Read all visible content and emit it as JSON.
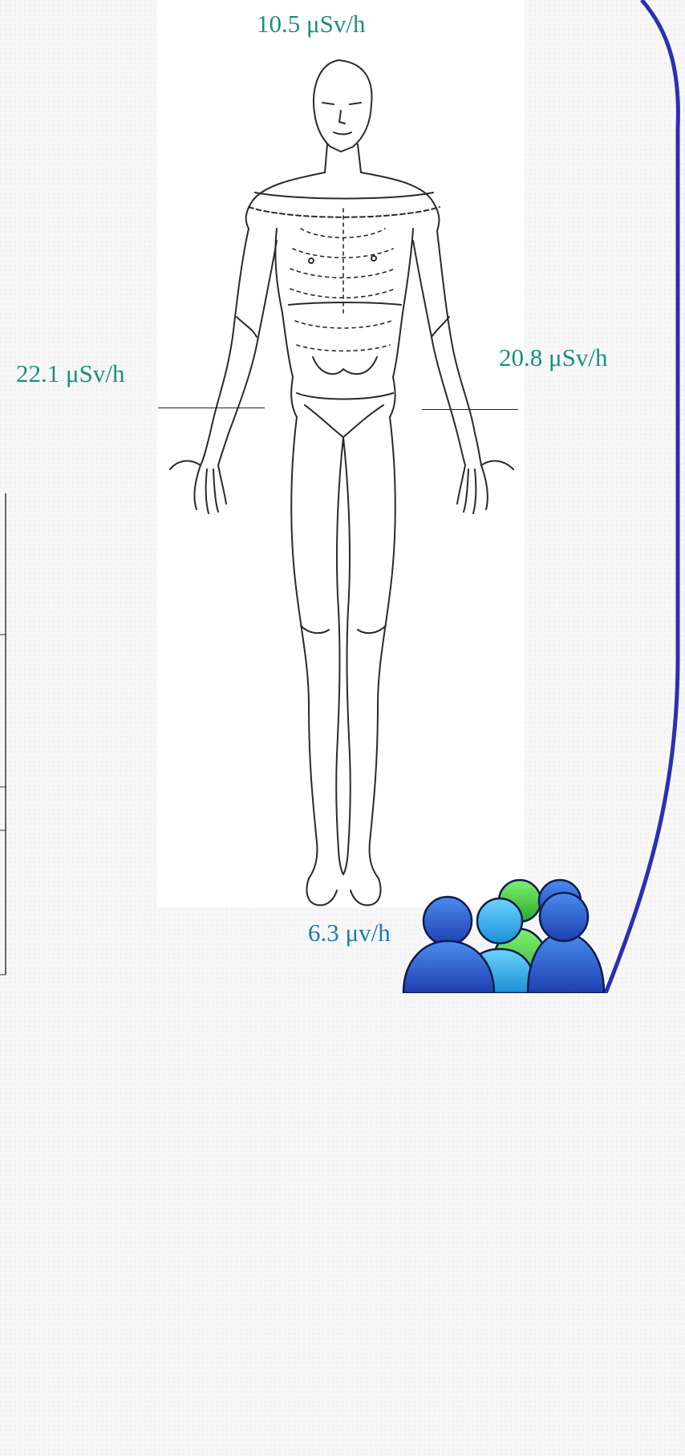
{
  "readings": {
    "head": "10.5 μSv/h",
    "right_side": "22.1 μSv/h",
    "left_side": "20.8 μSv/h",
    "feet": "6.3 μv/h"
  },
  "colors": {
    "reading_teal": "#1a8f7c",
    "reading_blue": "#1f78b4",
    "frame_arc": "#2b2fb5",
    "people_blue": "#1e5bd6",
    "people_green": "#3fcf3a",
    "people_cyan": "#25a9e8"
  },
  "icons": [
    "human-body-figure",
    "people-group-icon"
  ]
}
